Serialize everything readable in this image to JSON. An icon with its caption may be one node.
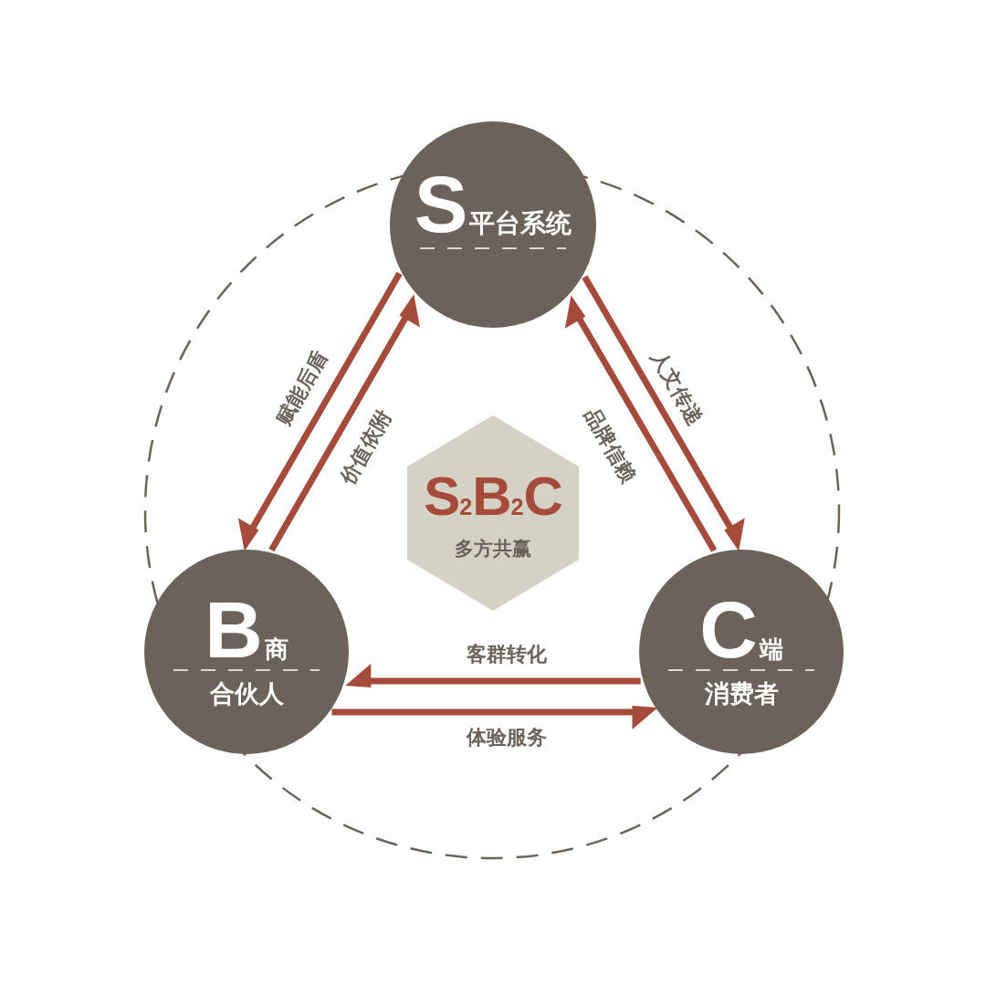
{
  "diagram": {
    "nodes": [
      {
        "text": [
          "S",
          "平台系统"
        ]
      },
      {
        "text": [
          "B",
          "商",
          "合伙人"
        ]
      },
      {
        "text": [
          "C",
          "端",
          "消费者"
        ]
      },
      {
        "text": [
          "S$_{2}$B$_{2}$C",
          "多方共赢"
        ]
      }
    ],
    "edges": [
      {
        "from": 0,
        "to": 1,
        "arrow": "to",
        "label": "赋能后盾"
      },
      {
        "from": 1,
        "to": 0,
        "arrow": "to",
        "label": "价值依附"
      },
      {
        "from": 0,
        "to": 2,
        "arrow": "to",
        "label": "人文传递"
      },
      {
        "from": 2,
        "to": 0,
        "arrow": "to",
        "label": "品牌信赖"
      },
      {
        "from": 2,
        "to": 1,
        "arrow": "to",
        "label": "客群转化"
      },
      {
        "from": 1,
        "to": 2,
        "arrow": "to",
        "label": "体验服务"
      }
    ]
  }
}
